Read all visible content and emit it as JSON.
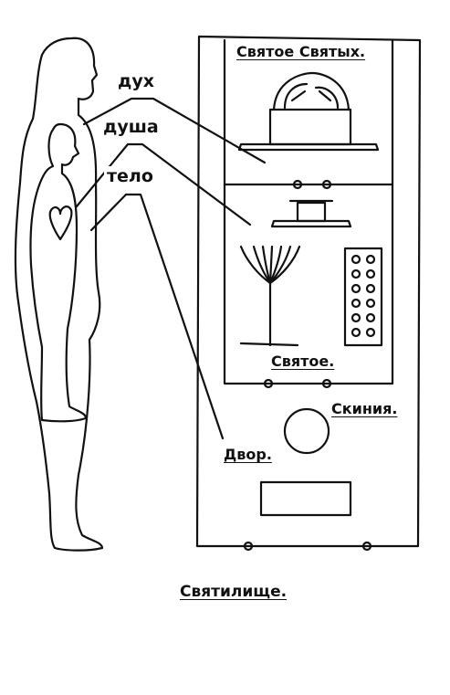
{
  "labels": {
    "spirit": "дух",
    "soul": "душа",
    "body": "тело",
    "holy_of_holies": "Святое Святых.",
    "holy_place": "Святое.",
    "tabernacle": "Скиния.",
    "courtyard": "Двор.",
    "sanctuary": "Святилище."
  }
}
